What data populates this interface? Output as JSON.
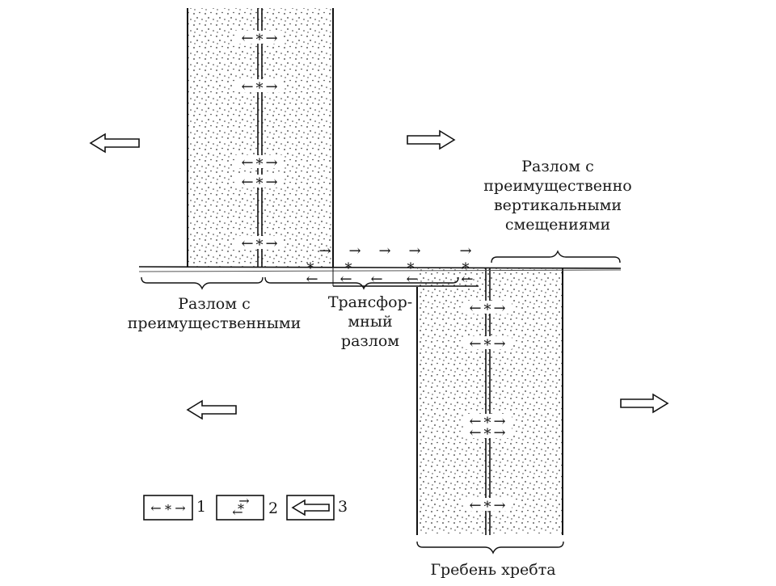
{
  "labels": {
    "vertical_fault": [
      "Разлом с",
      "преимущественно",
      "вертикальными",
      "смещениями"
    ],
    "left_fault": [
      "Разлом с",
      "преимущественными"
    ],
    "transform_fault": [
      "Трансфор-",
      "мный",
      "разлом"
    ],
    "ridge_crest": "Гребень хребта"
  },
  "legend": [
    {
      "number": "1",
      "symbol": "spreading-event-icon"
    },
    {
      "number": "2",
      "symbol": "shear-event-icon"
    },
    {
      "number": "3",
      "symbol": "plate-motion-arrow-icon"
    }
  ],
  "symbols": {
    "star": "*",
    "arrow_right": "→",
    "arrow_left": "←"
  }
}
